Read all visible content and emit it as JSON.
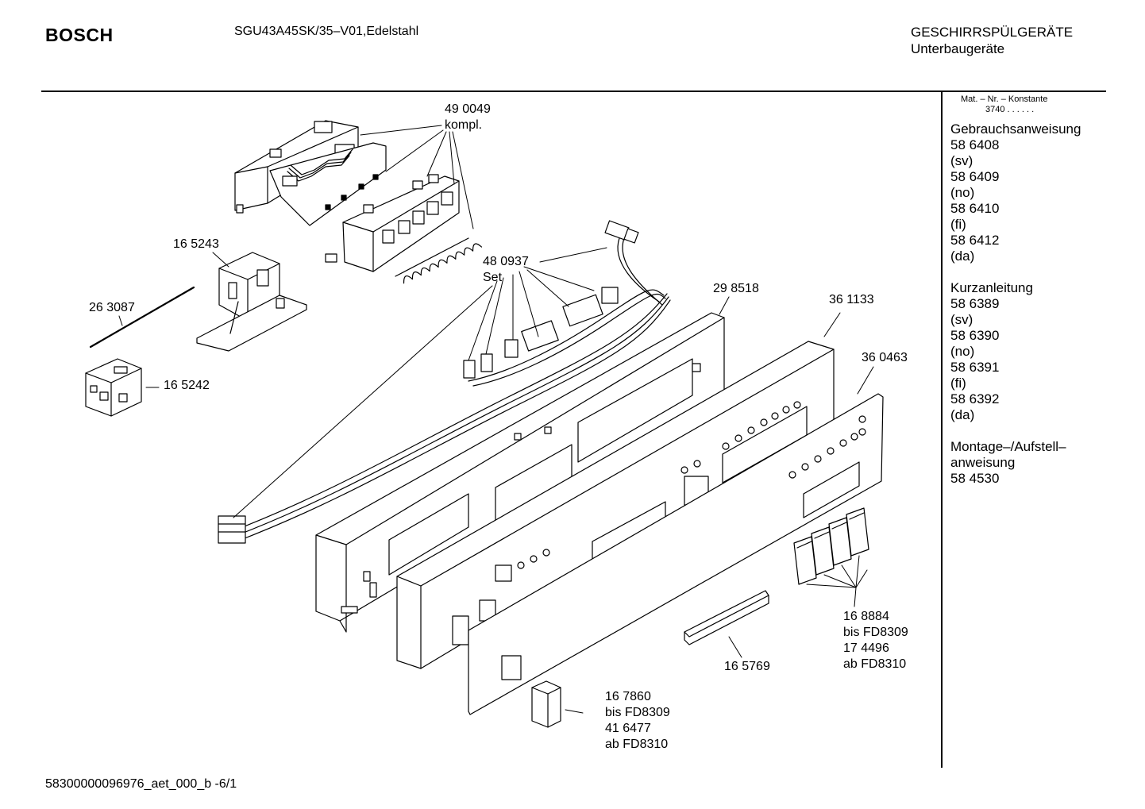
{
  "header": {
    "brand": "BOSCH",
    "model": "SGU43A45SK/35–V01,Edelstahl",
    "category_line1": "GESCHIRRSPÜLGERÄTE",
    "category_line2": "Unterbaugeräte"
  },
  "sidebar": {
    "mat_label": "Mat. – Nr. – Konstante",
    "mat_value": "3740 . . . . . .",
    "lines": [
      "Gebrauchsanweisung",
      "58 6408",
      "(sv)",
      "58 6409",
      "(no)",
      "58 6410",
      "(fi)",
      "58 6412",
      "(da)",
      "",
      "Kurzanleitung",
      "58 6389",
      "(sv)",
      "58 6390",
      "(no)",
      "58 6391",
      "(fi)",
      "58 6392",
      "(da)",
      "",
      "Montage–/Aufstell–",
      "anweisung",
      "58 4530"
    ]
  },
  "parts": [
    {
      "id": "p490049",
      "lines": [
        "49 0049",
        "kompl."
      ]
    },
    {
      "id": "p165243",
      "lines": [
        "16 5243"
      ]
    },
    {
      "id": "p263087",
      "lines": [
        "26 3087"
      ]
    },
    {
      "id": "p165242",
      "lines": [
        "16 5242"
      ]
    },
    {
      "id": "p480937",
      "lines": [
        "48 0937",
        "Set"
      ]
    },
    {
      "id": "p298518",
      "lines": [
        "29 8518"
      ]
    },
    {
      "id": "p361133",
      "lines": [
        "36 1133"
      ]
    },
    {
      "id": "p360463",
      "lines": [
        "36 0463"
      ]
    },
    {
      "id": "p168884",
      "lines": [
        "16 8884",
        "bis FD8309",
        "17 4496",
        "ab FD8310"
      ]
    },
    {
      "id": "p165769",
      "lines": [
        "16 5769"
      ]
    },
    {
      "id": "p167860",
      "lines": [
        "16 7860",
        "bis FD8309",
        "41 6477",
        "ab FD8310"
      ]
    }
  ],
  "footer": {
    "doc_id": "58300000096976_aet_000_b  -6/1"
  }
}
